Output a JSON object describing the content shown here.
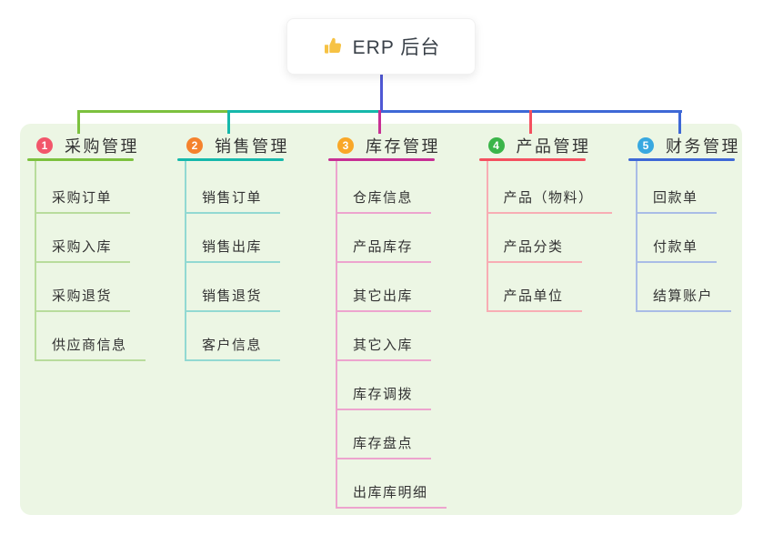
{
  "root": {
    "label": "ERP 后台",
    "icon": "thumbs-up-icon"
  },
  "branches": [
    {
      "number": "1",
      "label": "采购管理",
      "badge_color": "#f2566b",
      "line_color": "#7cc13e",
      "light_color": "#b8dc9c",
      "children": [
        "采购订单",
        "采购入库",
        "采购退货",
        "供应商信息"
      ]
    },
    {
      "number": "2",
      "label": "销售管理",
      "badge_color": "#f5822d",
      "line_color": "#16b8ab",
      "light_color": "#92d9d2",
      "children": [
        "销售订单",
        "销售出库",
        "销售退货",
        "客户信息"
      ]
    },
    {
      "number": "3",
      "label": "库存管理",
      "badge_color": "#f9a728",
      "line_color": "#c72f94",
      "light_color": "#eda4ce",
      "children": [
        "仓库信息",
        "产品库存",
        "其它出库",
        "其它入库",
        "库存调拨",
        "库存盘点",
        "出库库明细"
      ]
    },
    {
      "number": "4",
      "label": "产品管理",
      "badge_color": "#3bb54a",
      "line_color": "#f4505f",
      "light_color": "#f8adb4",
      "children": [
        "产品（物料）",
        "产品分类",
        "产品单位"
      ]
    },
    {
      "number": "5",
      "label": "财务管理",
      "badge_color": "#38a8e0",
      "line_color": "#3e68d6",
      "light_color": "#a9bce6",
      "children": [
        "回款单",
        "付款单",
        "结算账户"
      ]
    }
  ],
  "colors": {
    "background": "#ffffff",
    "panel": "#ecf6e4",
    "root_line": "#4f58d4",
    "text": "#333333"
  }
}
